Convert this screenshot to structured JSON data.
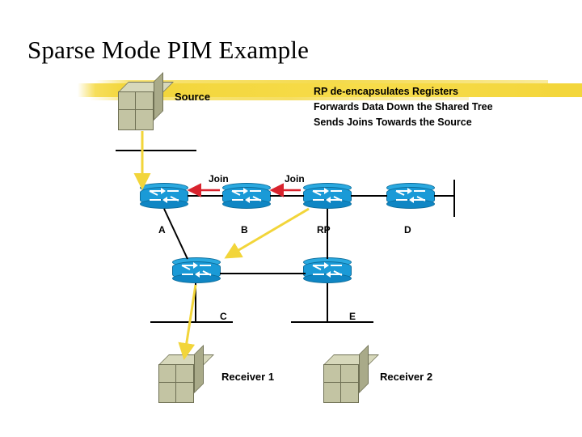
{
  "slide": {
    "title": "Sparse Mode PIM Example",
    "annotation": {
      "line1": "RP de-encapsulates Registers",
      "line2": "Forwards Data Down the Shared Tree",
      "line3": "Sends Joins Towards the Source"
    },
    "labels": {
      "source": "Source",
      "join_left": "Join",
      "join_right": "Join",
      "router_a": "A",
      "router_b": "B",
      "router_rp": "RP",
      "router_d": "D",
      "router_c": "C",
      "router_e": "E",
      "receiver1": "Receiver 1",
      "receiver2": "Receiver 2"
    },
    "colors": {
      "router_fill": "#1a9ad7",
      "host_fill": "#c3c4a3",
      "brush": "#f5d83c",
      "join_arrow": "#d9232e",
      "data_arrow": "#f2d53a",
      "link": "#000000",
      "text": "#000000"
    }
  }
}
